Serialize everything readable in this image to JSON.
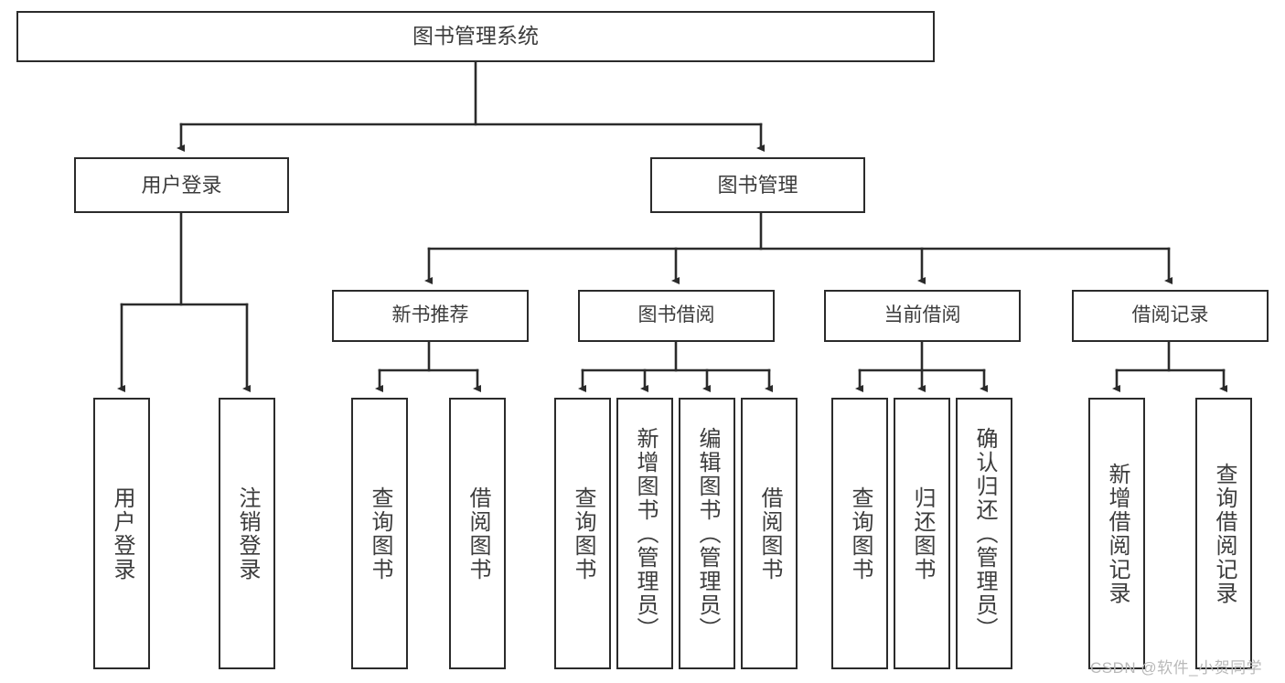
{
  "diagram": {
    "type": "tree",
    "title": "图书管理系统",
    "watermark": "CSDN @软件_小贺同学",
    "colors": {
      "stroke": "#2b2b2b",
      "text": "#3c3c3c",
      "background": "#ffffff",
      "watermark": "#b9b9b9"
    },
    "nodes": {
      "root": {
        "label": "图书管理系统"
      },
      "level2": [
        {
          "label": "用户登录"
        },
        {
          "label": "图书管理"
        }
      ],
      "level3": [
        {
          "label": "新书推荐"
        },
        {
          "label": "图书借阅"
        },
        {
          "label": "当前借阅"
        },
        {
          "label": "借阅记录"
        }
      ],
      "leaves": {
        "user_login": [
          {
            "label": "用户登录"
          },
          {
            "label": "注销登录"
          }
        ],
        "new_book": [
          {
            "label": "查询图书"
          },
          {
            "label": "借阅图书"
          }
        ],
        "book_borrow": [
          {
            "label": "查询图书"
          },
          {
            "label": "新增图书（管理员）"
          },
          {
            "label": "编辑图书（管理员）"
          },
          {
            "label": "借阅图书"
          }
        ],
        "current_borrow": [
          {
            "label": "查询图书"
          },
          {
            "label": "归还图书"
          },
          {
            "label": "确认归还（管理员）"
          }
        ],
        "borrow_record": [
          {
            "label": "新增借阅记录"
          },
          {
            "label": "查询借阅记录"
          }
        ]
      }
    },
    "edges": [
      {
        "from": "图书管理系统",
        "to": "用户登录"
      },
      {
        "from": "图书管理系统",
        "to": "图书管理"
      },
      {
        "from": "用户登录",
        "to": "用户登录"
      },
      {
        "from": "用户登录",
        "to": "注销登录"
      },
      {
        "from": "图书管理",
        "to": "新书推荐"
      },
      {
        "from": "图书管理",
        "to": "图书借阅"
      },
      {
        "from": "图书管理",
        "to": "当前借阅"
      },
      {
        "from": "图书管理",
        "to": "借阅记录"
      },
      {
        "from": "新书推荐",
        "to": "查询图书"
      },
      {
        "from": "新书推荐",
        "to": "借阅图书"
      },
      {
        "from": "图书借阅",
        "to": "查询图书"
      },
      {
        "from": "图书借阅",
        "to": "新增图书（管理员）"
      },
      {
        "from": "图书借阅",
        "to": "编辑图书（管理员）"
      },
      {
        "from": "图书借阅",
        "to": "借阅图书"
      },
      {
        "from": "当前借阅",
        "to": "查询图书"
      },
      {
        "from": "当前借阅",
        "to": "归还图书"
      },
      {
        "from": "当前借阅",
        "to": "确认归还（管理员）"
      },
      {
        "from": "借阅记录",
        "to": "新增借阅记录"
      },
      {
        "from": "借阅记录",
        "to": "查询借阅记录"
      }
    ]
  }
}
